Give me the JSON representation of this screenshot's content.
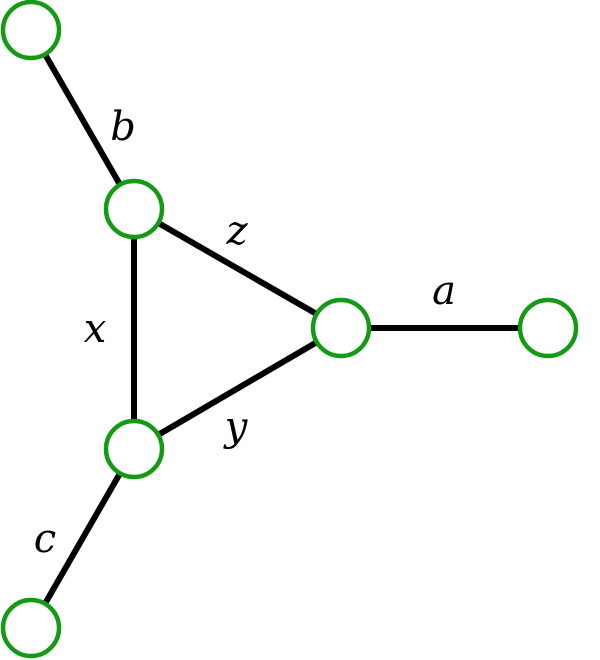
{
  "colors": {
    "node_stroke": "#149a14",
    "edge": "#000000"
  },
  "nodes": [
    "outer-b",
    "inner-bx",
    "inner-a",
    "outer-a",
    "inner-xc",
    "outer-c"
  ],
  "edges": [
    {
      "label": "b",
      "from": "outer-b",
      "to": "inner-bx"
    },
    {
      "label": "z",
      "from": "inner-bx",
      "to": "inner-a"
    },
    {
      "label": "a",
      "from": "inner-a",
      "to": "outer-a"
    },
    {
      "label": "x",
      "from": "inner-bx",
      "to": "inner-xc"
    },
    {
      "label": "y",
      "from": "inner-xc",
      "to": "inner-a"
    },
    {
      "label": "c",
      "from": "inner-xc",
      "to": "outer-c"
    }
  ]
}
